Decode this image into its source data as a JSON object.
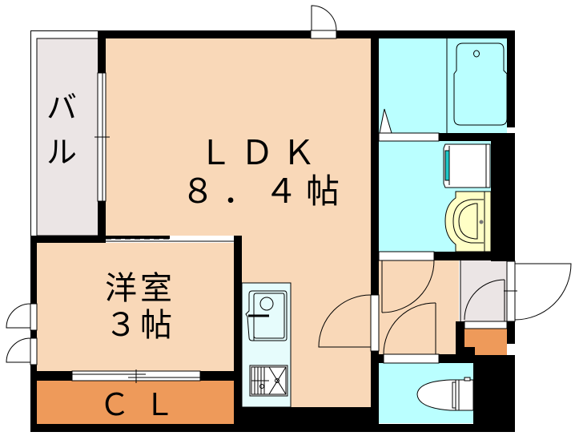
{
  "floor_plan": {
    "rooms": [
      {
        "id": "ldk",
        "name": "ＬＤＫ",
        "size": "８．４帖",
        "color": "#f9d8b8"
      },
      {
        "id": "western_room",
        "name": "洋室",
        "size": "３帖",
        "color": "#f9d8b8"
      },
      {
        "id": "closet",
        "name": "ＣＬ",
        "color": "#ee9a5a"
      },
      {
        "id": "balcony",
        "name_lines": [
          "バ",
          "ル"
        ],
        "color": "#ebe5e5"
      },
      {
        "id": "bathroom",
        "color": "#baffff"
      },
      {
        "id": "washroom",
        "color": "#baffff"
      },
      {
        "id": "toilet",
        "color": "#baffff"
      },
      {
        "id": "hall",
        "color": "#f9d8b8"
      },
      {
        "id": "entrance",
        "color": "#ebe5e5"
      },
      {
        "id": "shoe_closet",
        "color": "#ee9a5a"
      },
      {
        "id": "kitchen_counter",
        "color": "#e6fcfc"
      },
      {
        "id": "washbasin",
        "color": "#ffffc6"
      }
    ],
    "wall_color": "#000000",
    "background": "#ffffff"
  },
  "labels": {
    "ldk_name": "ＬＤＫ",
    "ldk_size": "８．４帖",
    "western_name": "洋室",
    "western_size": "３帖",
    "closet": "ＣＬ",
    "balcony_1": "バ",
    "balcony_2": "ル"
  }
}
